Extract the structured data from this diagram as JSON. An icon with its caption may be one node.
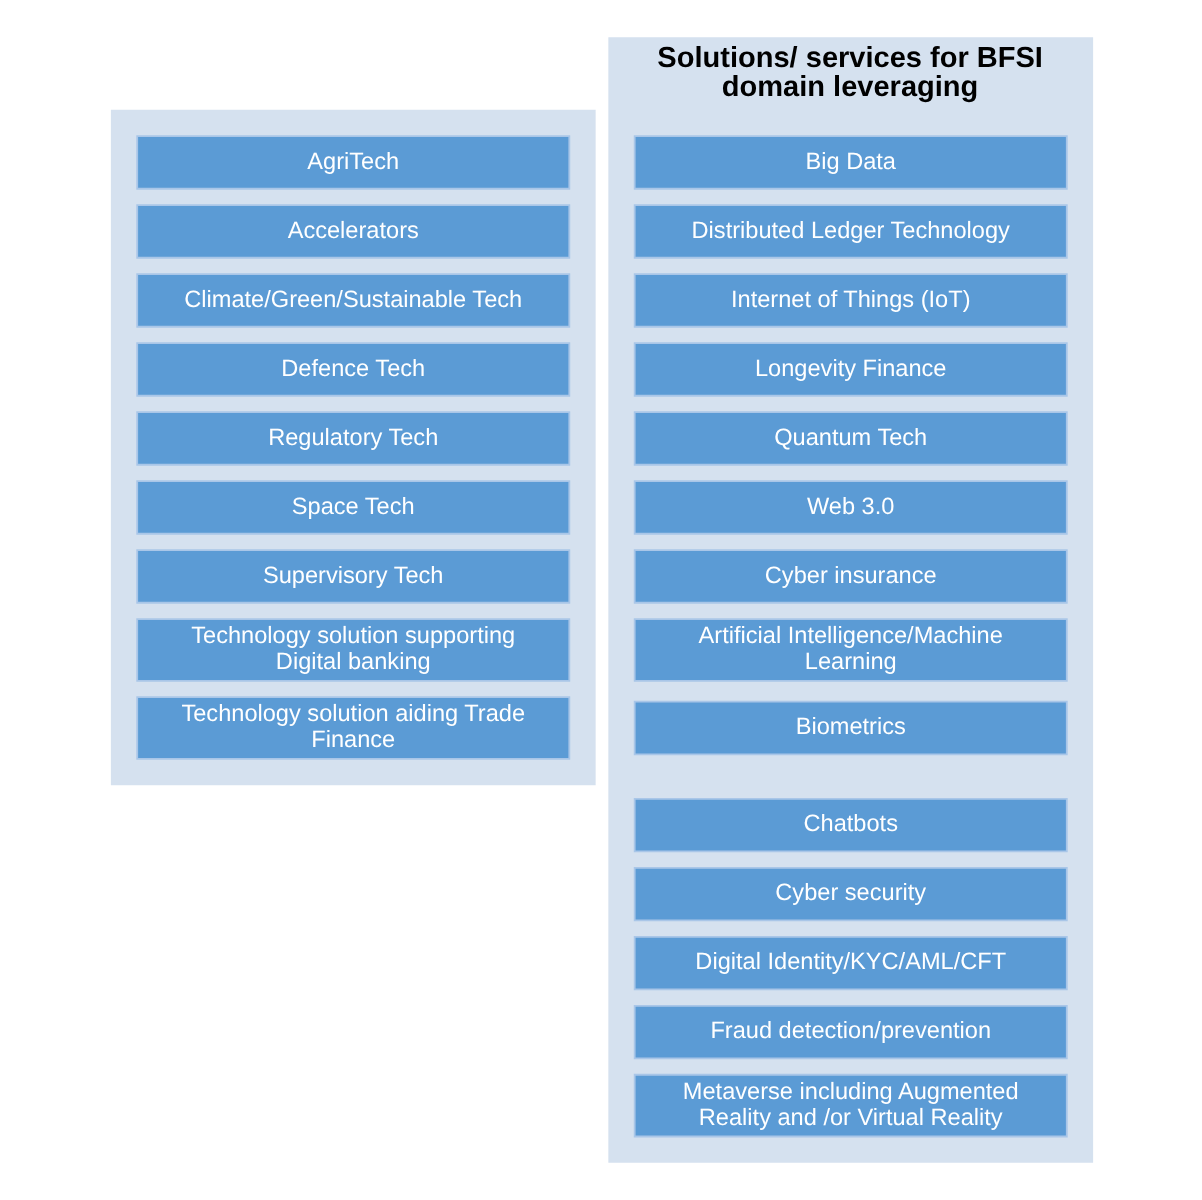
{
  "diagram": {
    "nodes": [
      {
        "text": [],
        "shape": "box"
      },
      {
        "text": [
          "AgriTech"
        ],
        "in": 0
      },
      {
        "text": [
          "Accelerators"
        ],
        "in": 0
      },
      {
        "text": [
          "Climate/Green/Sustainable Tech"
        ],
        "in": 0
      },
      {
        "text": [
          "Defence Tech"
        ],
        "in": 0
      },
      {
        "text": [
          "Regulatory Tech"
        ],
        "in": 0
      },
      {
        "text": [
          "Space Tech"
        ],
        "in": 0
      },
      {
        "text": [
          "Supervisory Tech"
        ],
        "in": 0
      },
      {
        "text": [
          "Technology solution supporting Digital banking"
        ],
        "in": 0
      },
      {
        "text": [
          "Technology solution aiding Trade Finance"
        ],
        "in": 0
      },
      {
        "text": [
          "Solutions/ services for BFSI domain leveraging"
        ]
      },
      {
        "text": [
          "Big Data"
        ],
        "in": 10
      },
      {
        "text": [
          "Distributed Ledger Technology"
        ],
        "in": 10
      },
      {
        "text": [
          "Internet of Things (IoT)"
        ],
        "in": 10
      },
      {
        "text": [
          "Longevity Finance"
        ],
        "in": 10
      },
      {
        "text": [
          "Quantum Tech"
        ],
        "in": 10
      },
      {
        "text": [
          "Web 3.0"
        ],
        "in": 10
      },
      {
        "text": [
          "Cyber insurance"
        ],
        "in": 10
      },
      {
        "text": [
          "Artificial Intelligence/Machine Learning"
        ],
        "in": 10
      },
      {
        "text": [
          "Biometrics"
        ],
        "in": 10
      },
      {
        "text": [
          "Chatbots"
        ],
        "in": 10
      },
      {
        "text": [
          "Cyber security"
        ],
        "in": 10
      },
      {
        "text": [
          "Digital Identity/KYC/AML/CFT"
        ],
        "in": 10
      },
      {
        "text": [
          "Fraud detection/prevention"
        ],
        "in": 10
      },
      {
        "text": [
          "Metaverse including Augmented Reality and /or Virtual Reality"
        ],
        "in": 10
      }
    ],
    "edges": []
  }
}
